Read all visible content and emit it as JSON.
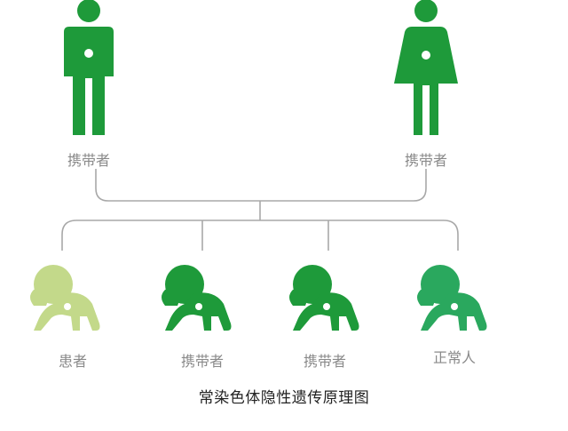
{
  "parents": {
    "father": {
      "label": "携带者",
      "color": "#1e9a3a"
    },
    "mother": {
      "label": "携带者",
      "color": "#1e9a3a"
    }
  },
  "children": [
    {
      "label": "患者",
      "color": "#c3d98a"
    },
    {
      "label": "携带者",
      "color": "#1e9a3a"
    },
    {
      "label": "携带者",
      "color": "#1e9a3a"
    },
    {
      "label": "正常人",
      "color": "#2aa85e"
    }
  ],
  "line_color": "#a8a8a8",
  "caption": "常染色体隐性遗传原理图"
}
